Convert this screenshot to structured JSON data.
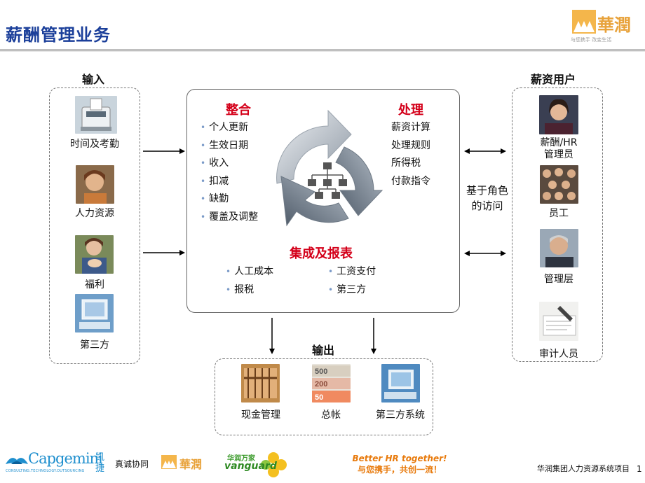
{
  "header": {
    "title": "薪酬管理业务",
    "logo_text": "華潤",
    "logo_slogan": "与您携手 改变生活"
  },
  "input": {
    "heading": "输入",
    "items": [
      "时间及考勤",
      "人力资源",
      "福利",
      "第三方"
    ]
  },
  "center": {
    "integrate": {
      "heading": "整合",
      "items": [
        "个人更新",
        "生效日期",
        "收入",
        "扣减",
        "缺勤",
        "覆盖及调整"
      ]
    },
    "process": {
      "heading": "处理",
      "items": [
        "薪资计算",
        "处理规则",
        "所得税",
        "付款指令"
      ]
    },
    "report": {
      "heading": "集成及报表",
      "items": [
        "人工成本",
        "报税",
        "工资支付",
        "第三方"
      ]
    }
  },
  "access": {
    "label_line1": "基于角色",
    "label_line2": "的访问"
  },
  "users": {
    "heading": "薪资用户",
    "items": [
      "薪酬/HR",
      "管理员",
      "员工",
      "管理层",
      "审计人员"
    ]
  },
  "output": {
    "heading": "输出",
    "items": [
      "现金管理",
      "总帐",
      "第三方系统"
    ]
  },
  "footer": {
    "capgemini": "Capgemini",
    "capgemini_cn": "凯捷",
    "capgemini_tagline": "CONSULTING.TECHNOLOGY.OUTSOURCING",
    "partnership": "真诚协同",
    "vanguard_cn": "华润万家",
    "vanguard": "vanguard",
    "slogan_en": "Better HR together!",
    "slogan_cn": "与您携手，共创一流！",
    "project": "华润集团人力资源系统项目",
    "page": "1"
  },
  "colors": {
    "title_blue": "#1b3f9a",
    "accent_red": "#d4001a",
    "slogan_orange": "#e87a0c",
    "logo_orange": "#e8a23a"
  }
}
